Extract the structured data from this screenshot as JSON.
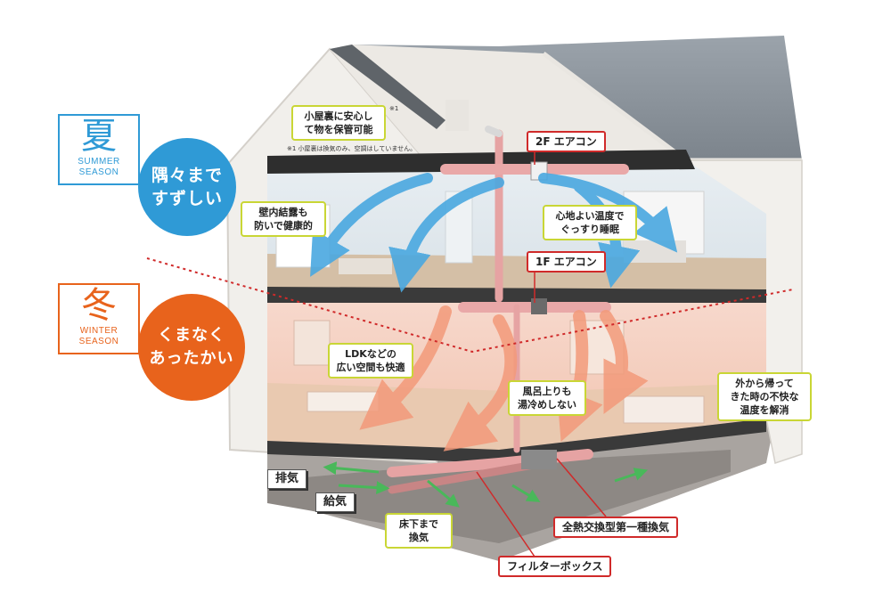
{
  "summer": {
    "kanji": "夏",
    "en_line1": "SUMMER",
    "en_line2": "SEASON",
    "circle_text": "隅々まで\nすずしい",
    "color": "#2f9ad6"
  },
  "winter": {
    "kanji": "冬",
    "en_line1": "WINTER",
    "en_line2": "SEASON",
    "circle_text": "くまなく\nあったかい",
    "color": "#e8631c"
  },
  "callouts": {
    "attic": "小屋裏に安心し\nて物を保管可能",
    "attic_mark": "※1",
    "attic_note": "※1 小屋裏は換気のみ、空調はしていません。",
    "condensation": "壁内結露も\n防いで健康的",
    "sleep": "心地よい温度で\nぐっすり睡眠",
    "ldk": "LDKなどの\n広い空間も快適",
    "bath": "風呂上りも\n湯冷めしない",
    "outside": "外から帰って\nきた時の不快な\n温度を解消",
    "underfloor": "床下まで\n換気"
  },
  "labels": {
    "ac_2f": "2F エアコン",
    "ac_1f": "1F エアコン",
    "heat_exchange": "全熱交換型第一種換気",
    "filter_box": "フィルターボックス",
    "exhaust": "排気",
    "supply": "給気"
  },
  "colors": {
    "callout_border": "#c9d635",
    "label_border": "#d02a2a",
    "cool_arrow": "#4aa8e0",
    "warm_arrow": "#f39a7a",
    "duct": "#e9a0a0",
    "fresh_air": "#49b85a"
  }
}
